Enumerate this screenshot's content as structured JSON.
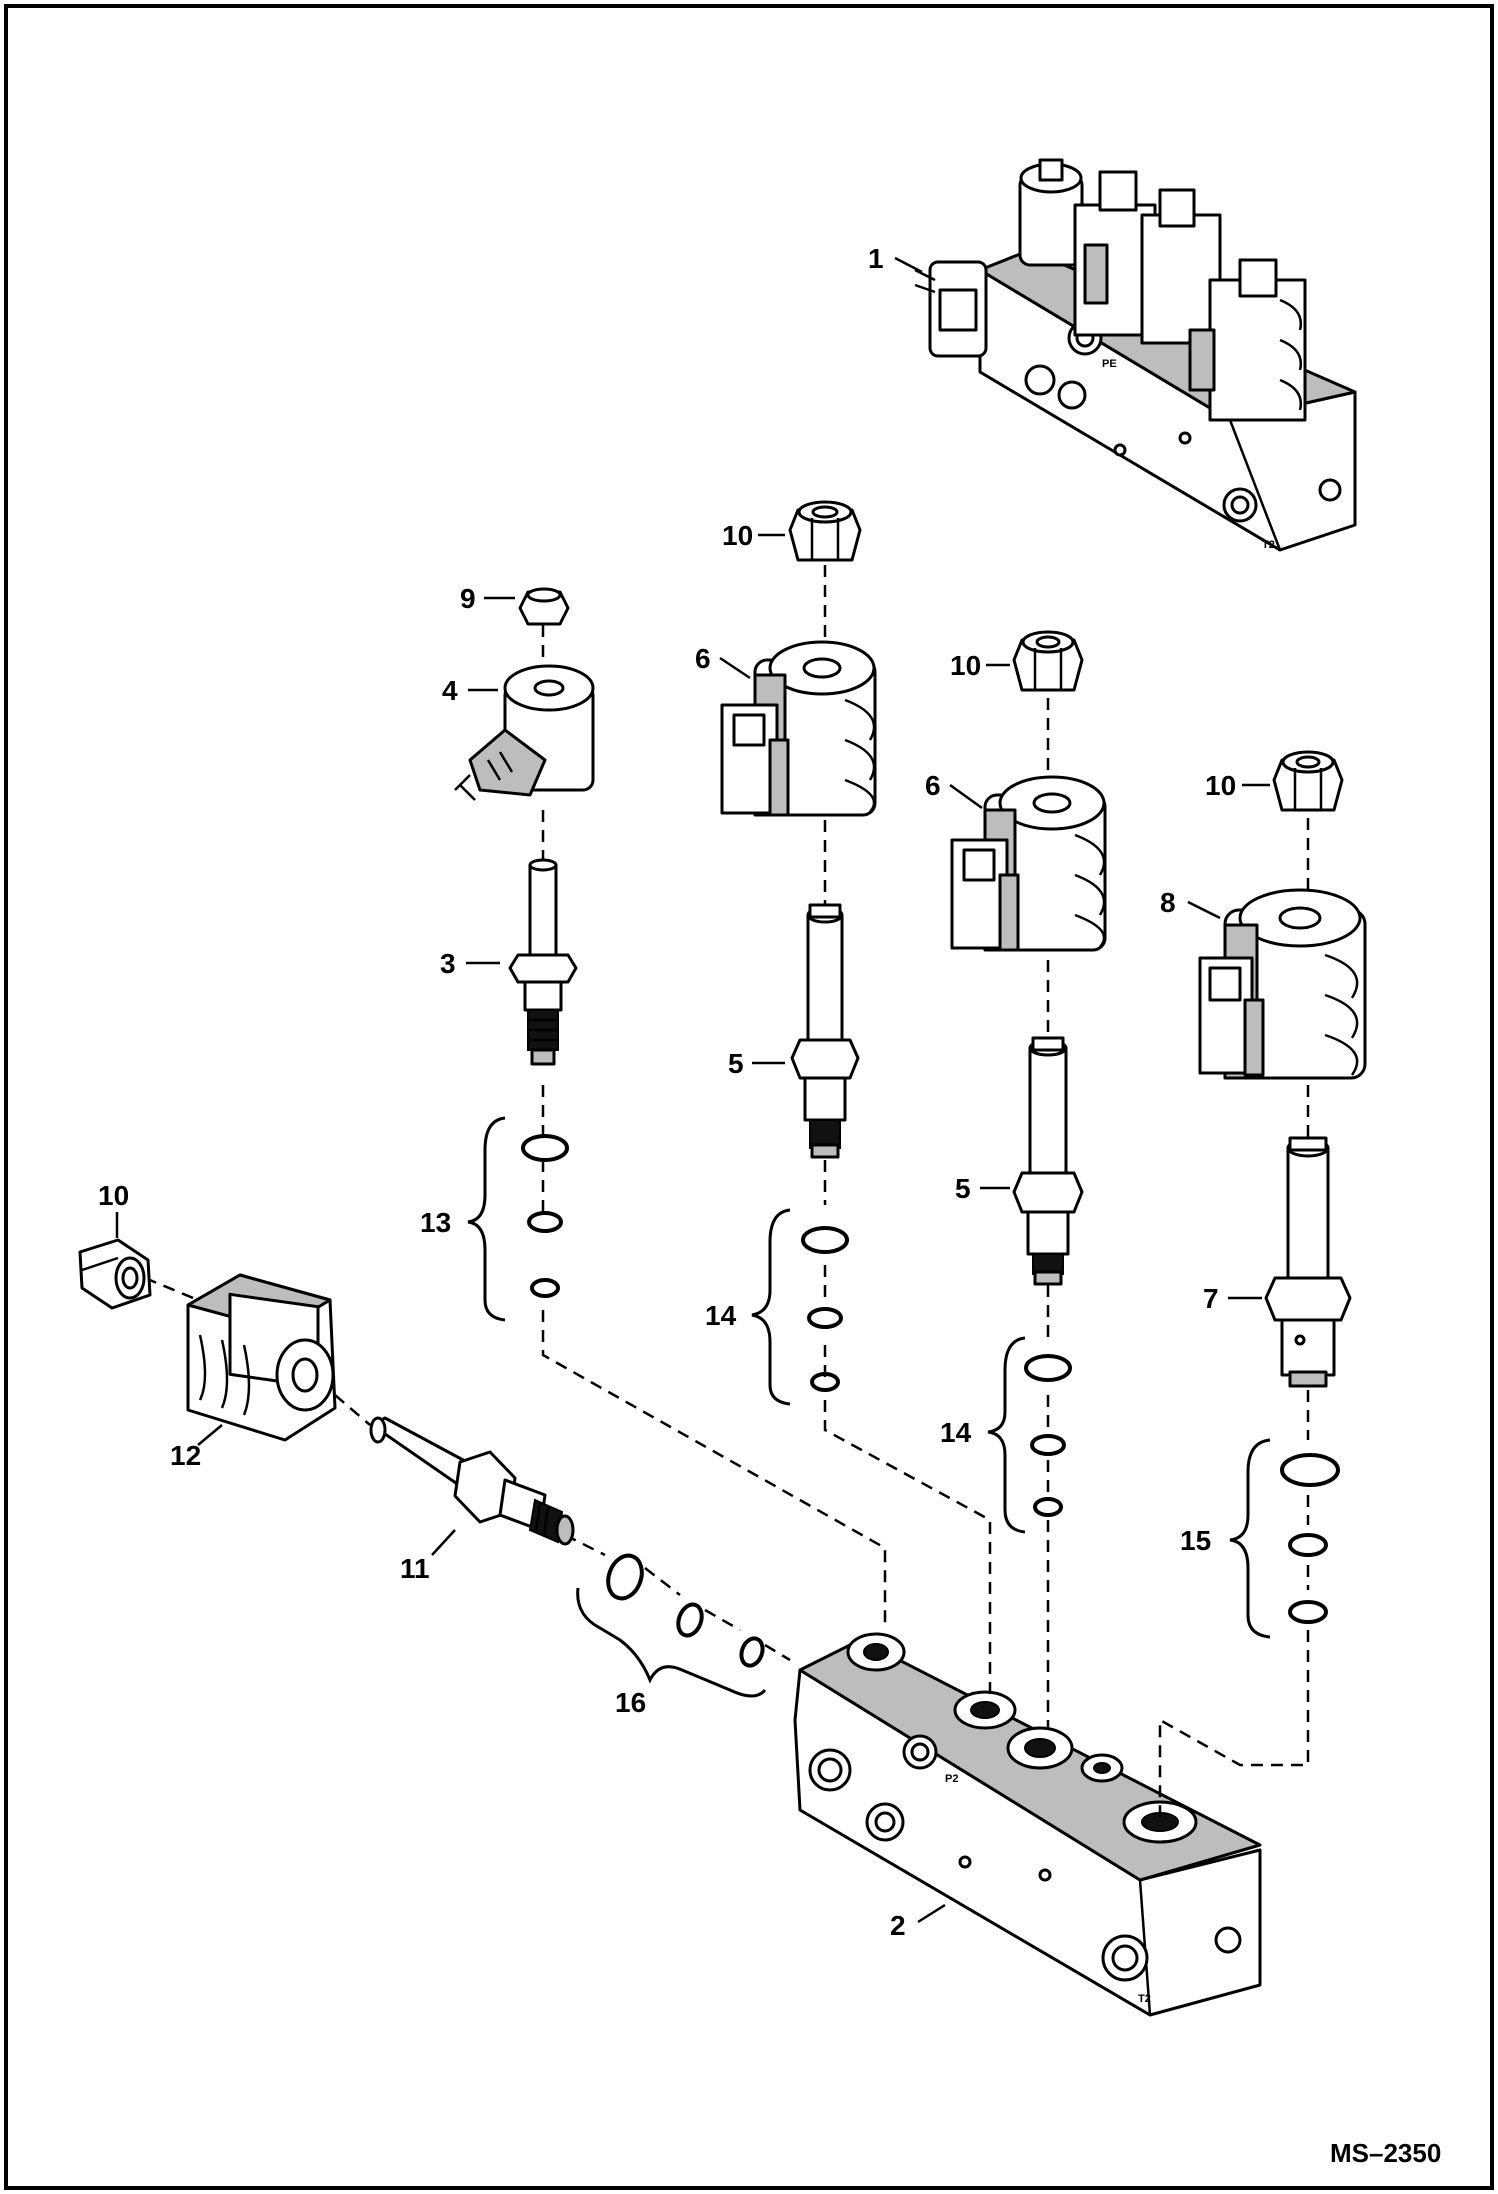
{
  "drawing_code": "MS–2350",
  "callouts": {
    "valve_assembly": "1",
    "manifold_block": "2",
    "cartridge_3": "3",
    "coil_4": "4",
    "cartridge_5a": "5",
    "cartridge_5b": "5",
    "coil_6a": "6",
    "coil_6b": "6",
    "cartridge_7": "7",
    "coil_8": "8",
    "nut_9": "9",
    "nut_10a": "10",
    "nut_10b": "10",
    "nut_10c": "10",
    "nut_10d": "10",
    "cartridge_11": "11",
    "coil_12": "12",
    "seal_kit_13": "13",
    "seal_kit_14a": "14",
    "seal_kit_14b": "14",
    "seal_kit_15": "15",
    "seal_kit_16": "16"
  },
  "ports": {
    "p2": "P2",
    "t2": "T2",
    "pe": "PE"
  }
}
